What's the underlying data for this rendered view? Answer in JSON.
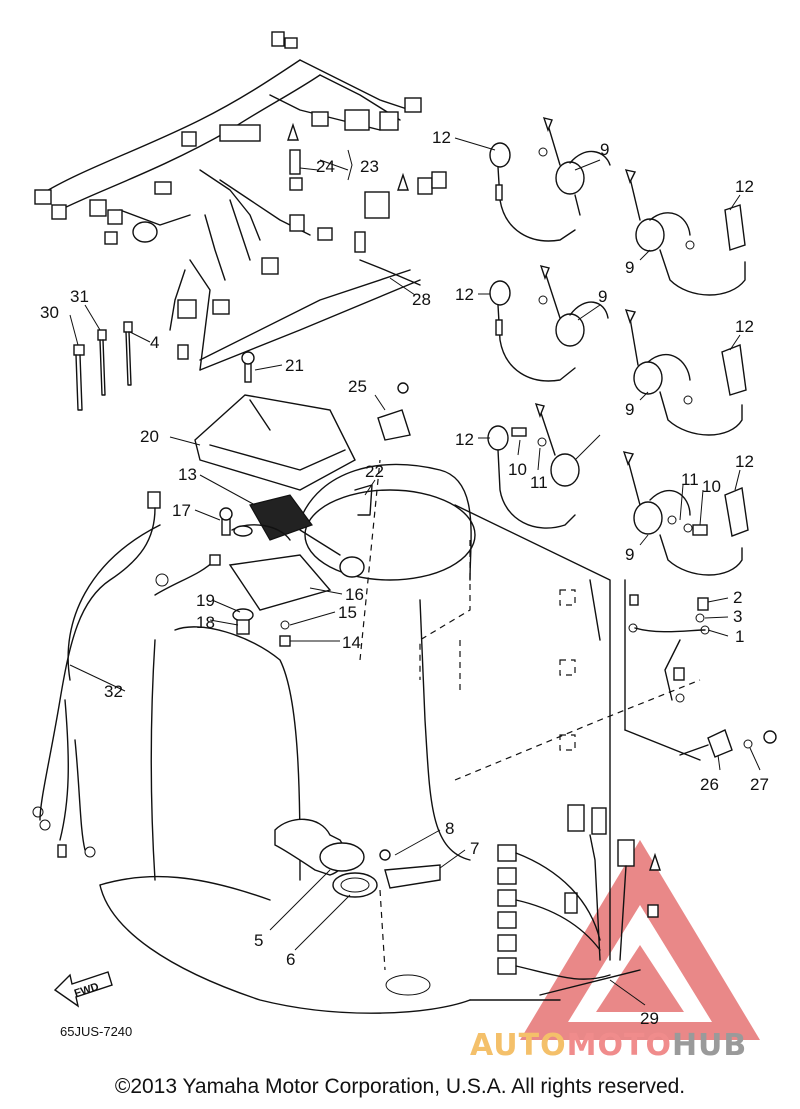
{
  "diagram": {
    "code": "65JUS-7240",
    "fwd_label": "FWD",
    "callouts": [
      "1",
      "2",
      "3",
      "4",
      "5",
      "6",
      "7",
      "8",
      "9",
      "9",
      "9",
      "9",
      "9",
      "10",
      "10",
      "11",
      "11",
      "12",
      "12",
      "12",
      "12",
      "12",
      "12",
      "13",
      "14",
      "15",
      "16",
      "17",
      "18",
      "19",
      "20",
      "21",
      "22",
      "23",
      "24",
      "25",
      "26",
      "27",
      "28",
      "29",
      "30",
      "31",
      "32"
    ]
  },
  "footer": {
    "copyright": "©2013 Yamaha Motor Corporation, U.S.A. All rights reserved."
  },
  "watermark": {
    "part1": "AUTO",
    "part2": "MOTO",
    "part3": "HUB",
    "color_triangle": "#e57373",
    "color_auto": "#f4c06a",
    "color_moto": "#f08c8c",
    "color_hub": "#9a9a9a"
  }
}
